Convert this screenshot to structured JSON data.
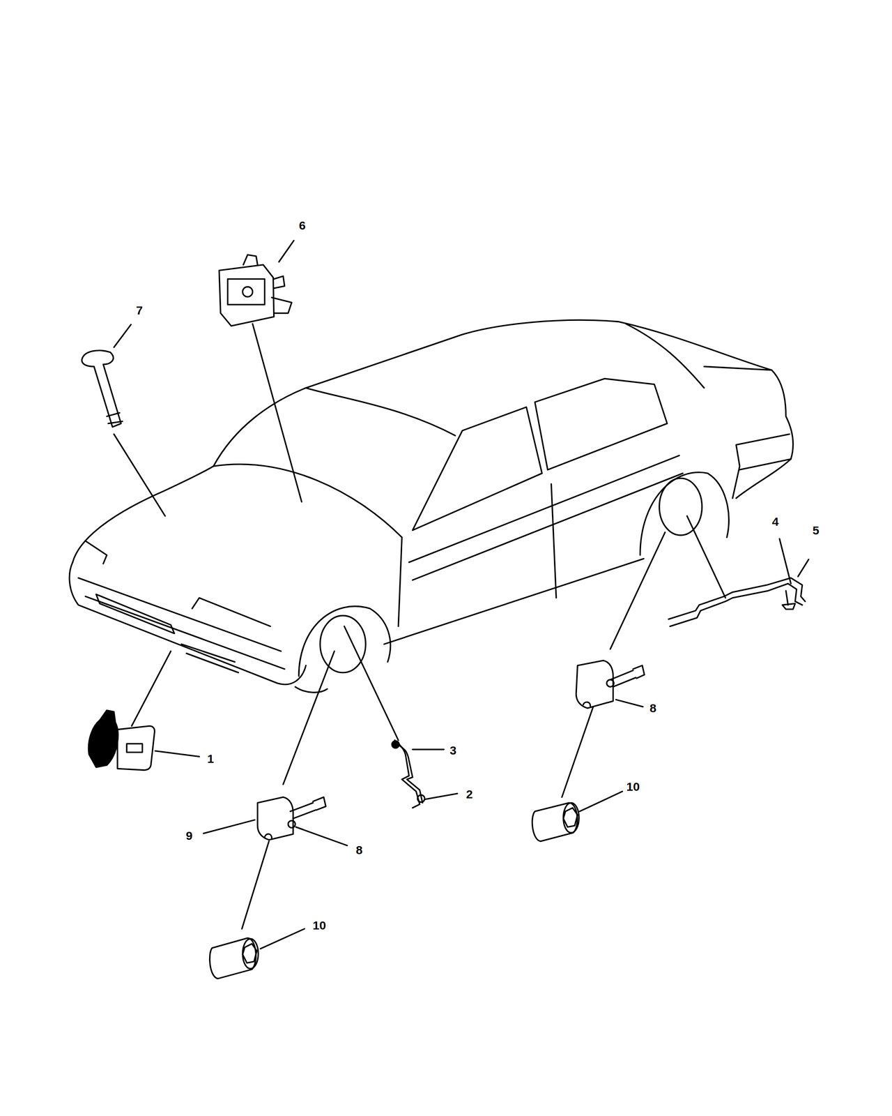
{
  "diagram": {
    "labels": [
      "6",
      "7",
      "4",
      "5",
      "8",
      "3",
      "1",
      "2",
      "10",
      "9",
      "8",
      "10"
    ]
  }
}
